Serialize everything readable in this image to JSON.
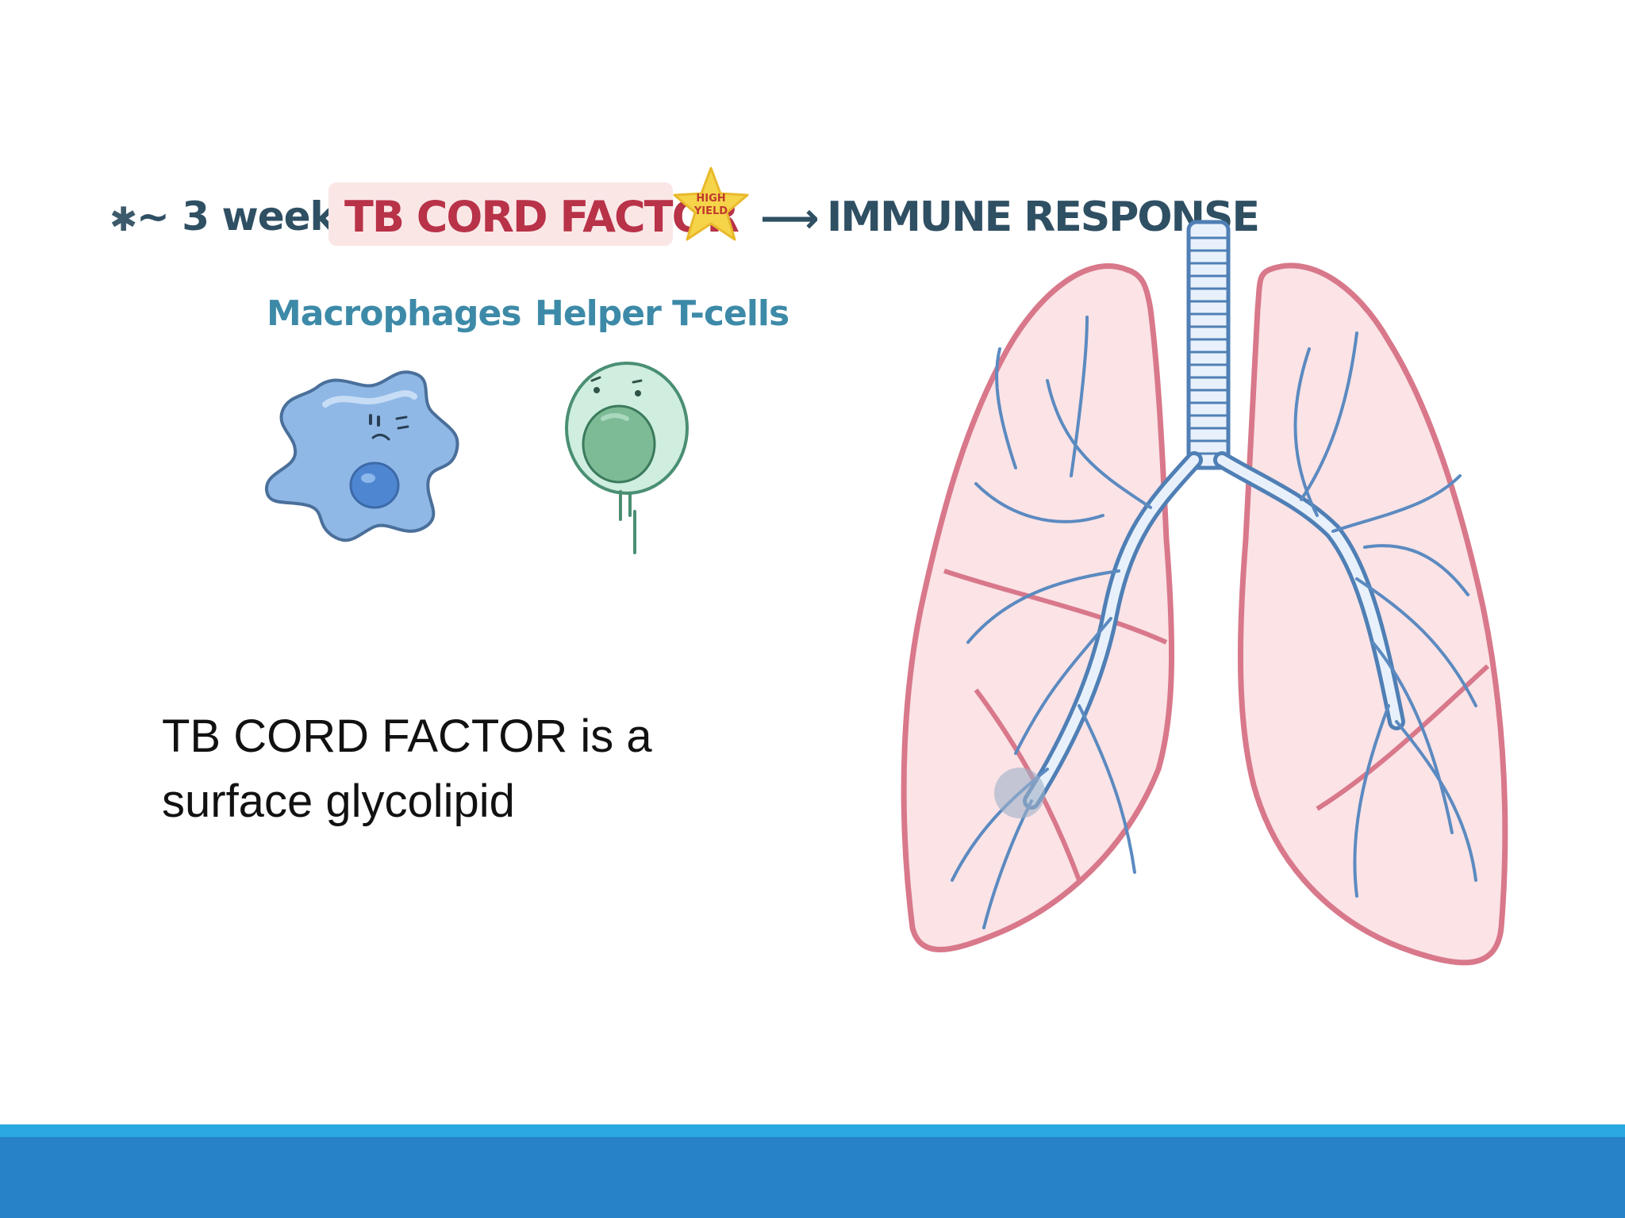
{
  "header": {
    "asterisk": "✱",
    "weeks_label": "~ 3 weeks:",
    "cord_factor": "TB CORD FACTOR",
    "badge_line1": "HIGH",
    "badge_line2": "YIELD",
    "arrow": "⟶",
    "immune_response": "IMMUNE RESPONSE"
  },
  "cells": {
    "macrophages_label": "Macrophages",
    "helper_label": "Helper T-cells"
  },
  "body": {
    "line1": "TB CORD FACTOR is a",
    "line2": "surface glycolipid"
  },
  "colors": {
    "footer_bar": "#2782c6",
    "footer_stripe": "#2aa8e0",
    "cord_text": "#b83248",
    "cord_highlight": "#fbe6e6",
    "heading_text": "#2f4f63",
    "label_text": "#3d8aa8",
    "lung_outline": "#d8788a",
    "lung_fill": "#fbe3e6",
    "airway": "#4f7fb5",
    "star": "#f5d44a"
  },
  "icons": {
    "badge": "star-icon",
    "macrophage": "macrophage-icon",
    "t_cell": "helper-t-cell-icon",
    "lungs": "lungs-illustration-icon"
  }
}
